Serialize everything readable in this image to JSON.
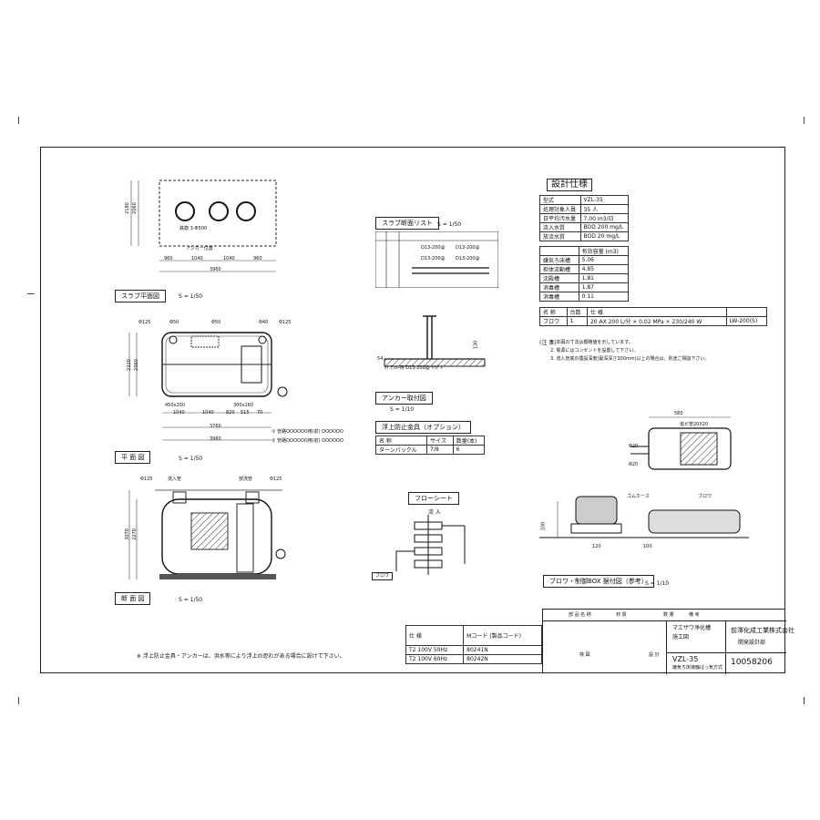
{
  "views": {
    "slab_plan": {
      "title": "スラブ平面図",
      "scale": "S = 1/50",
      "note": "鉄筋 3-Φ500",
      "anchor": "アンカー位置",
      "dims": [
        "960",
        "1040",
        "1040",
        "960",
        "3960"
      ],
      "vdims": [
        "2180",
        "2060"
      ]
    },
    "plan": {
      "title": "平 面 図",
      "scale": "S = 1/50",
      "labels": [
        "Φ125",
        "Φ50",
        "Φ50",
        "Φ40",
        "Φ125"
      ],
      "dims": [
        "1040",
        "1040",
        "820",
        "515",
        "70",
        "3760",
        "3960"
      ],
      "vdims": [
        "2220",
        "2060"
      ],
      "manhole1": "450x200",
      "manhole2": "300x160",
      "legend1": "① 管路OOOOOO用(前) OOOOOO",
      "legend2": "② 管路OOOOOO用(前) OOOOOO"
    },
    "section": {
      "title": "断 面 図",
      "scale": "S = 1/50",
      "labels": [
        "Φ125",
        "流入管",
        "放流管",
        "Φ125"
      ],
      "vdims": [
        "2270",
        "3070"
      ]
    },
    "slab_reinf": {
      "title": "スラブ断面リスト",
      "scale": "S = 1/50",
      "bars": [
        "D13-200@",
        "D13-200@",
        "D13-200@",
        "D13-200@"
      ]
    },
    "anchor": {
      "title": "アンカー取付図",
      "scale": "S = 1/10",
      "note": "ﾀｲ.ｱﾝｶｰ用 D13-200@ ﾄｸﾀﾞﾈ",
      "dim": "130",
      "side": "54"
    },
    "flowsheet": {
      "title": "フローシート",
      "inflow": "流 入",
      "blower": "ブロワ"
    },
    "blower_box": {
      "title": "ブロワ・制御BOX 据付図（参考）",
      "scale": "S = 1/10",
      "hose": "ゴムホース",
      "blower": "ブロワ",
      "dims": [
        "580",
        "Φ20",
        "Φ20",
        "100",
        "120",
        "100"
      ],
      "pipe": "塩ビ管20X20"
    }
  },
  "design_spec": {
    "title": "設計仕様",
    "rows": [
      [
        "型式",
        "VZL-35"
      ],
      [
        "処理対象人員",
        "35 人"
      ],
      [
        "日平均汚水量",
        "7.00 m3/日"
      ],
      [
        "流入水質",
        "BOD 200 mg/L"
      ],
      [
        "放流水質",
        "BOD 20 mg/L"
      ]
    ],
    "volume_header": "有効容量 (m3)",
    "volumes": [
      [
        "嫌気ろ床槽",
        "5.06"
      ],
      [
        "担体流動槽",
        "4.85"
      ],
      [
        "沈殿槽",
        "1.81"
      ],
      [
        "消毒槽",
        "1.87"
      ],
      [
        "消毒槽",
        "0.11"
      ]
    ]
  },
  "blower_spec": {
    "headers": [
      "名 称",
      "台数",
      "仕 様"
    ],
    "row": [
      "ブロワ",
      "1",
      "20 AX 200 L/分 × 0.02 MPa × 230/240 W",
      "LW-200(S)"
    ],
    "notes_title": "(注 意)",
    "notes": [
      "1. 本図の寸法は概略値を示しています。",
      "2. 電源にはコンセントを設置して下さい。",
      "3. 流入管底の埋設深度(最深深さ300mm)以上の場合は、別途ご相談下さい。"
    ]
  },
  "uplift": {
    "title": "浮上防止金具（オプション）",
    "headers": [
      "名 称",
      "サイズ",
      "数量(本)"
    ],
    "row": [
      "ターンバックル",
      "7/8",
      "6"
    ]
  },
  "footer_note": "※ 浮上防止金具・アンカーは、洪水等により浮上の恐れがある場合に設けて下さい。",
  "code_table": {
    "headers": [
      "仕 様",
      "Mコード (製品コード)"
    ],
    "rows": [
      [
        "T2 100V 50Hz",
        "80241N"
      ],
      [
        "T2 100V 60Hz",
        "80242N"
      ]
    ]
  },
  "title_block": {
    "drawing_headers": [
      "部 品 名 称",
      "材 質",
      "数 量",
      "備 考"
    ],
    "product": "マエザワ浄化槽",
    "doc": "施工図",
    "company": "前澤化成工業株式会社",
    "dept": "開発設計部",
    "model": "VZL-35",
    "type": "嫌気ろ床接触ばっ気方式",
    "number": "10058206",
    "approval": [
      "検 図",
      "設 計"
    ]
  }
}
